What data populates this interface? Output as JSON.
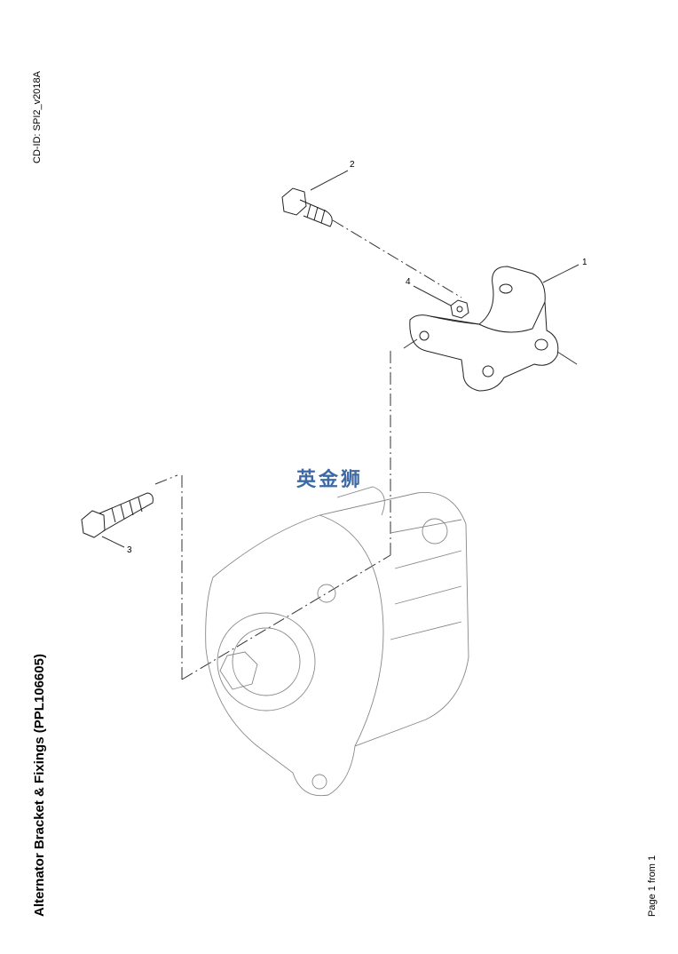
{
  "header": {
    "cd_id": "CD-ID: SPI2_v2018A"
  },
  "document": {
    "title": "Alternator Bracket & Fixings (PPL106605)"
  },
  "footer": {
    "page": "Page 1 from 1"
  },
  "watermark": {
    "text": "英金狮",
    "color": "#3d6aa6"
  },
  "callouts": [
    "1",
    "2",
    "3",
    "4"
  ]
}
